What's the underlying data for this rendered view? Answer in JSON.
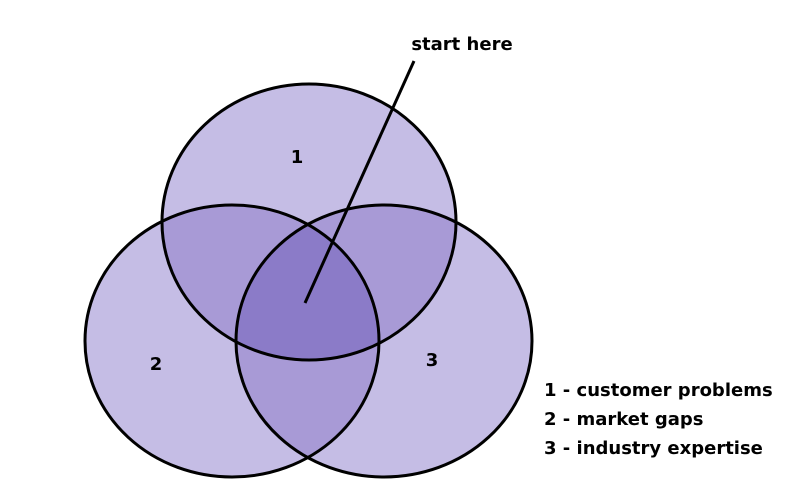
{
  "diagram": {
    "type": "venn-3",
    "annotation": "start here",
    "sets": [
      {
        "id": "1",
        "label": "1",
        "meaning": "customer problems"
      },
      {
        "id": "2",
        "label": "2",
        "meaning": "market gaps"
      },
      {
        "id": "3",
        "label": "3",
        "meaning": "industry expertise"
      }
    ],
    "colors": {
      "single": "#c5bde5",
      "double": "#a89ad6",
      "triple": "#8b7bc8",
      "stroke": "#000000"
    },
    "legend": [
      "1 - customer problems",
      "2 - market gaps",
      "3 - industry expertise"
    ]
  }
}
